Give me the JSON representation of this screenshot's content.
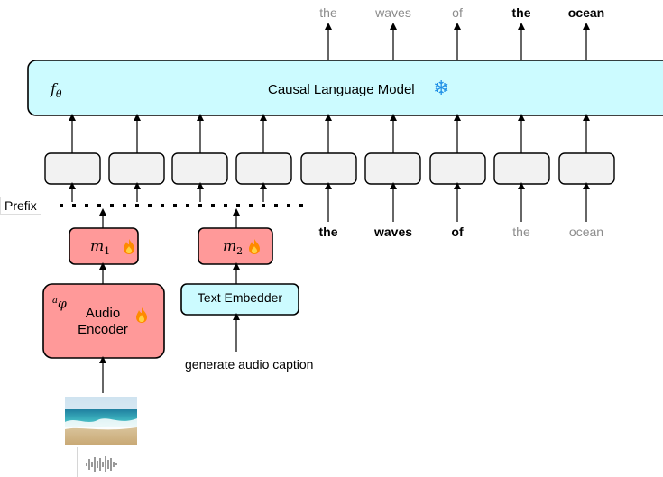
{
  "language_model": {
    "symbol": "f",
    "symbol_sub": "θ",
    "label": "Causal Language Model",
    "snowflake_icon": "❄"
  },
  "output_tokens": [
    {
      "text": "the",
      "style": "grey"
    },
    {
      "text": "waves",
      "style": "grey"
    },
    {
      "text": "of",
      "style": "grey"
    },
    {
      "text": "the",
      "style": "bold"
    },
    {
      "text": "ocean",
      "style": "bold"
    }
  ],
  "input_tokens": [
    {
      "text": "the",
      "style": "bold"
    },
    {
      "text": "waves",
      "style": "bold"
    },
    {
      "text": "of",
      "style": "bold"
    },
    {
      "text": "the",
      "style": "grey"
    },
    {
      "text": "ocean",
      "style": "grey"
    }
  ],
  "prefix_label": "Prefix",
  "mapper1": {
    "symbol": "m",
    "sub": "1",
    "flame_icon": "flame"
  },
  "mapper2": {
    "symbol": "m",
    "sub": "2",
    "flame_icon": "flame"
  },
  "audio_encoder": {
    "symbol": "a",
    "symbol_sub": "φ",
    "line1": "Audio",
    "line2": "Encoder",
    "flame_icon": "flame"
  },
  "text_embedder": {
    "label": "Text Embedder"
  },
  "prompt": {
    "text": "generate audio caption"
  },
  "input_image": {
    "icon": "ocean-waves-image"
  },
  "waveform": {
    "icon": "audio-waveform-icon"
  },
  "colors": {
    "lm_fill": "#ccfbff",
    "red_fill": "#ff9999",
    "text_embedder_fill": "#ccfbff",
    "token_box_fill": "#f2f2f2",
    "grey_text": "#8c8c8c",
    "snowflake": "#1f8fe6",
    "flame": "#ff8a00"
  }
}
